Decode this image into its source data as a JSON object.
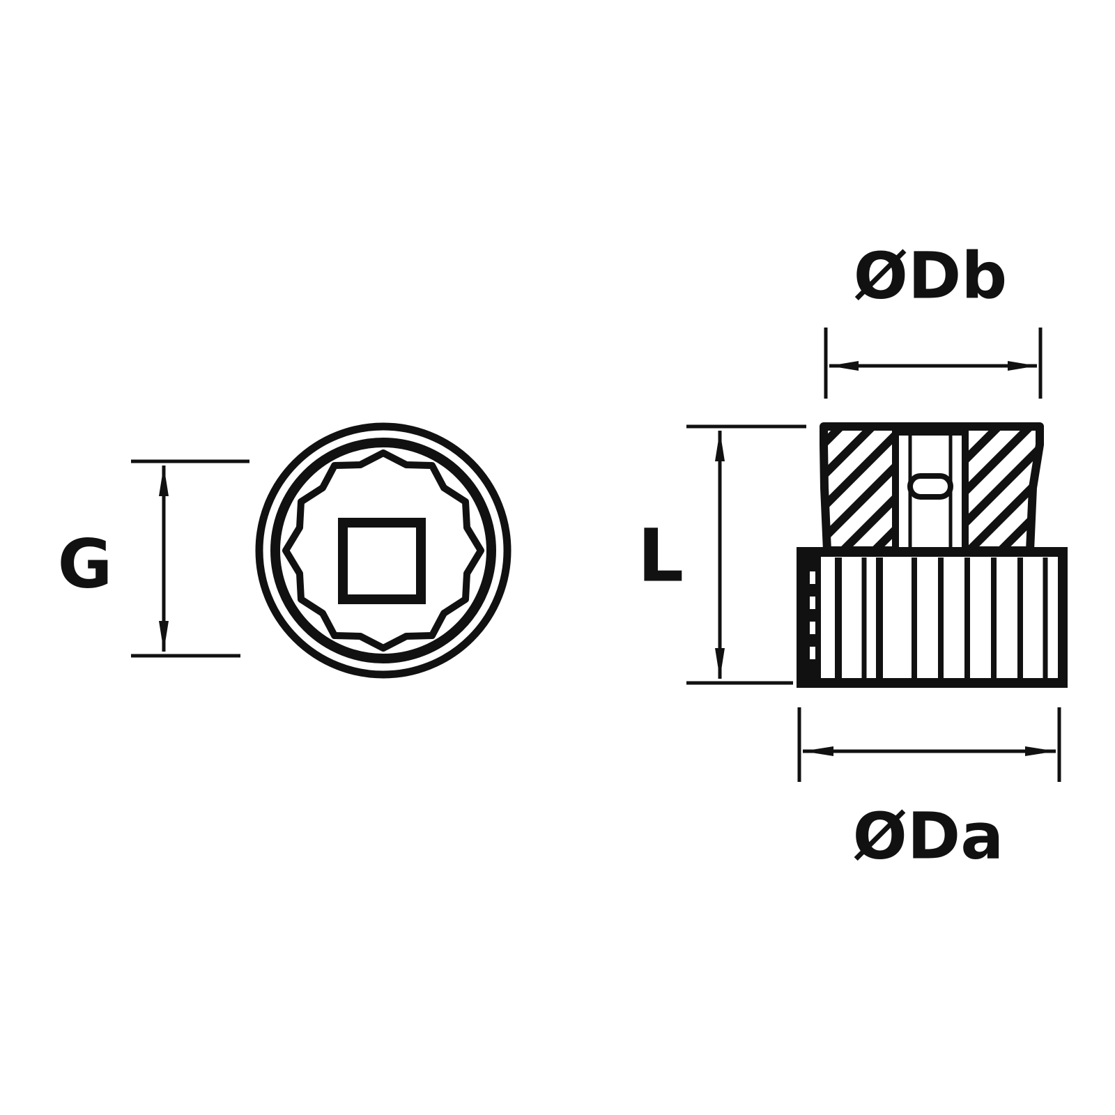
{
  "diagram": {
    "labels": {
      "g": "G",
      "l": "L",
      "db": "ØDb",
      "da": "ØDa"
    },
    "colors": {
      "ink": "#111111",
      "paper": "#ffffff"
    }
  }
}
